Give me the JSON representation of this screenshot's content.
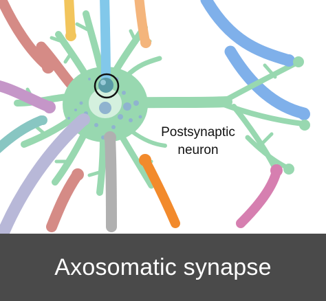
{
  "diagram": {
    "label": {
      "line_1": "Postsynaptic",
      "line_2": "neuron"
    },
    "caption": "Axosomatic synapse",
    "colors": {
      "neuron_body": "#98d8b0",
      "nucleus_glow": "#e8f8ee",
      "soma_vesicles": "#8fb3cf",
      "highlight_ring": "#111111",
      "caption_bar": "#4a4a4a",
      "caption_text": "#ffffff"
    },
    "axons": [
      {
        "name": "axon-salmon-upper-left",
        "color": "#d58b86"
      },
      {
        "name": "axon-yellow-top",
        "color": "#f2c55c"
      },
      {
        "name": "axon-lightblue-top",
        "color": "#82c8ea"
      },
      {
        "name": "axon-peach-top",
        "color": "#f4b57c"
      },
      {
        "name": "axon-salmon-left",
        "color": "#d58b86"
      },
      {
        "name": "axon-purple-left",
        "color": "#c596c8"
      },
      {
        "name": "axon-teal-left",
        "color": "#88c6c2"
      },
      {
        "name": "axon-lavender-lower",
        "color": "#b8b8d8"
      },
      {
        "name": "axon-rose-lower",
        "color": "#d58b86"
      },
      {
        "name": "axon-gray-bottom",
        "color": "#b0b0b0"
      },
      {
        "name": "axon-orange-bottom",
        "color": "#f28a2c"
      },
      {
        "name": "axon-pink-right",
        "color": "#d67fb0"
      },
      {
        "name": "axon-blue-right-upper",
        "color": "#7fb0ea"
      },
      {
        "name": "axon-blue-right-lower",
        "color": "#7fb0ea"
      }
    ]
  }
}
